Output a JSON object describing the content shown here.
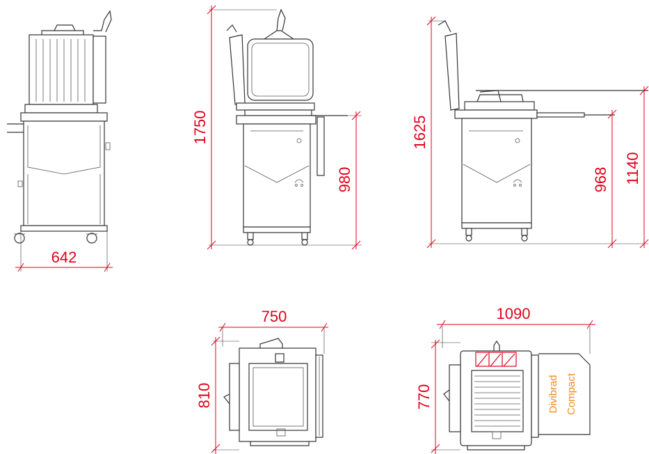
{
  "colors": {
    "dimension": "#e0001a",
    "brand": "#f08a1c",
    "line": "#333333"
  },
  "dimensions": {
    "front_width": "642",
    "side_height": "1750",
    "side_working_height": "980",
    "side2_height": "1625",
    "side2_tray_height": "968",
    "side2_table_height": "1140",
    "top_width": "750",
    "top_depth": "810",
    "top2_width": "1090",
    "top2_depth": "770"
  },
  "brand": {
    "line1": "Divibrad",
    "line2": "Compact"
  }
}
